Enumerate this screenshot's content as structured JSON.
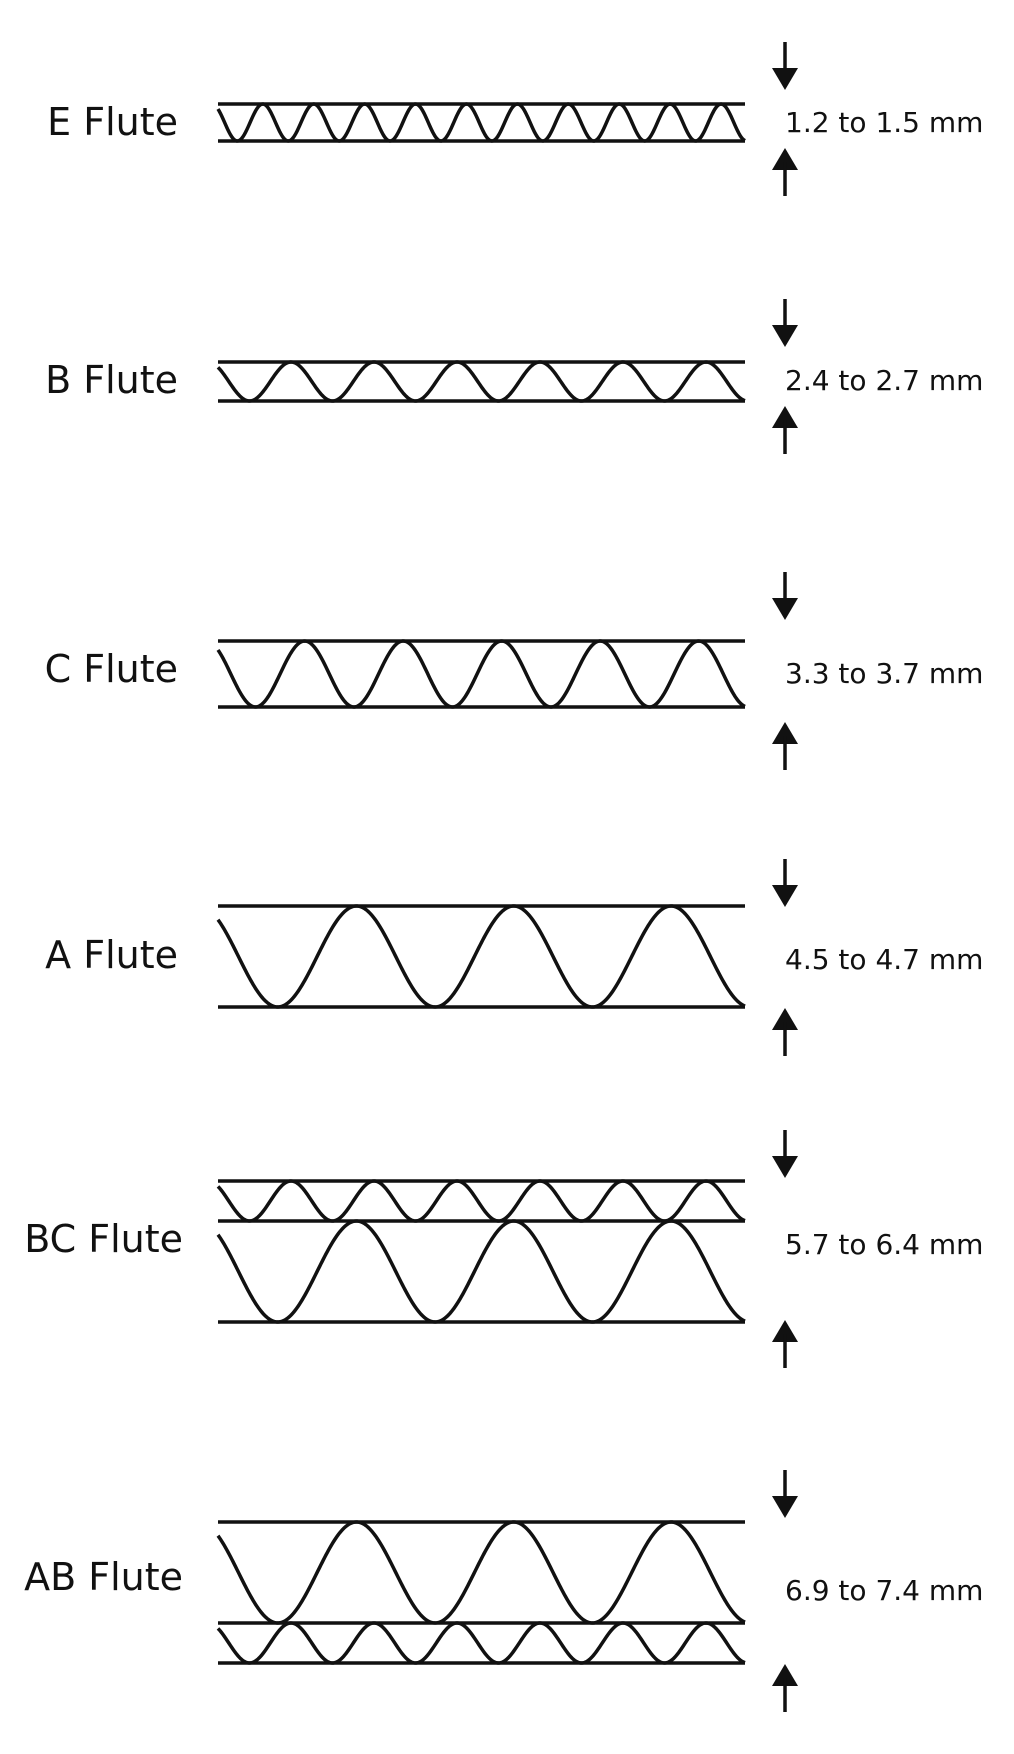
{
  "flutes": [
    {
      "label": "E Flute",
      "measurement": "1.2 to 1.5 mm",
      "layers": [
        {
          "waves": 10
        }
      ]
    },
    {
      "label": "B Flute",
      "measurement": "2.4 to 2.7 mm",
      "layers": [
        {
          "waves": 6
        }
      ]
    },
    {
      "label": "C Flute",
      "measurement": "3.3 to 3.7 mm",
      "layers": [
        {
          "waves": 5
        }
      ]
    },
    {
      "label": "A Flute",
      "measurement": "4.5 to 4.7 mm",
      "layers": [
        {
          "waves": 3
        }
      ]
    },
    {
      "label": "BC Flute",
      "measurement": "5.7 to 6.4 mm",
      "layers": [
        {
          "waves": 6
        },
        {
          "waves": 3
        }
      ]
    },
    {
      "label": "AB Flute",
      "measurement": "6.9 to 7.4 mm",
      "layers": [
        {
          "waves": 3
        },
        {
          "waves": 6
        }
      ]
    }
  ],
  "colors": {
    "stroke": "#111111",
    "background": "#ffffff"
  }
}
